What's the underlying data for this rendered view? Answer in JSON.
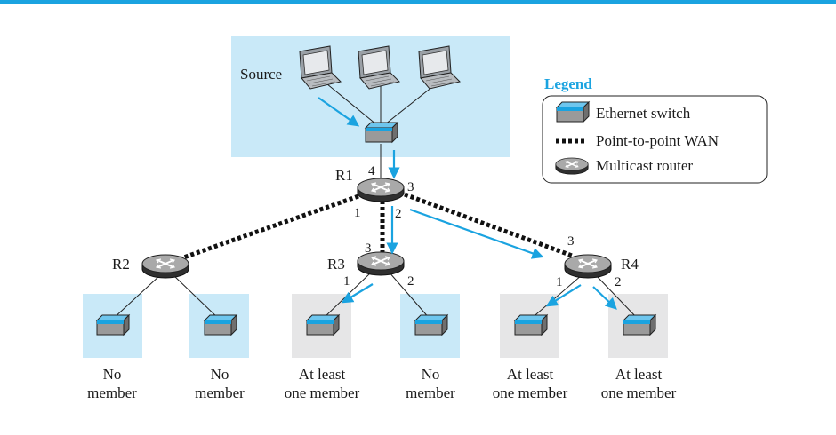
{
  "colors": {
    "accent": "#1aa3e0",
    "member_zone": "#e6e6e7",
    "non_member_zone": "#c9e9f8",
    "source_zone": "#c9e9f8"
  },
  "source_label": "Source",
  "legend": {
    "title": "Legend",
    "items": [
      {
        "icon": "ethernet-switch-icon",
        "label": "Ethernet switch"
      },
      {
        "icon": "wan-link-icon",
        "label": "Point-to-point WAN"
      },
      {
        "icon": "multicast-router-icon",
        "label": "Multicast router"
      }
    ]
  },
  "routers": [
    {
      "name": "R1",
      "ports": [
        "4",
        "3",
        "1",
        "2"
      ]
    },
    {
      "name": "R2",
      "ports": []
    },
    {
      "name": "R3",
      "ports": [
        "3",
        "1",
        "2"
      ]
    },
    {
      "name": "R4",
      "ports": [
        "3",
        "1",
        "2"
      ]
    }
  ],
  "lans": [
    {
      "label_line1": "No",
      "label_line2": "member"
    },
    {
      "label_line1": "No",
      "label_line2": "member"
    },
    {
      "label_line1": "At least",
      "label_line2": "one member"
    },
    {
      "label_line1": "No",
      "label_line2": "member"
    },
    {
      "label_line1": "At least",
      "label_line2": "one member"
    },
    {
      "label_line1": "At least",
      "label_line2": "one member"
    }
  ]
}
